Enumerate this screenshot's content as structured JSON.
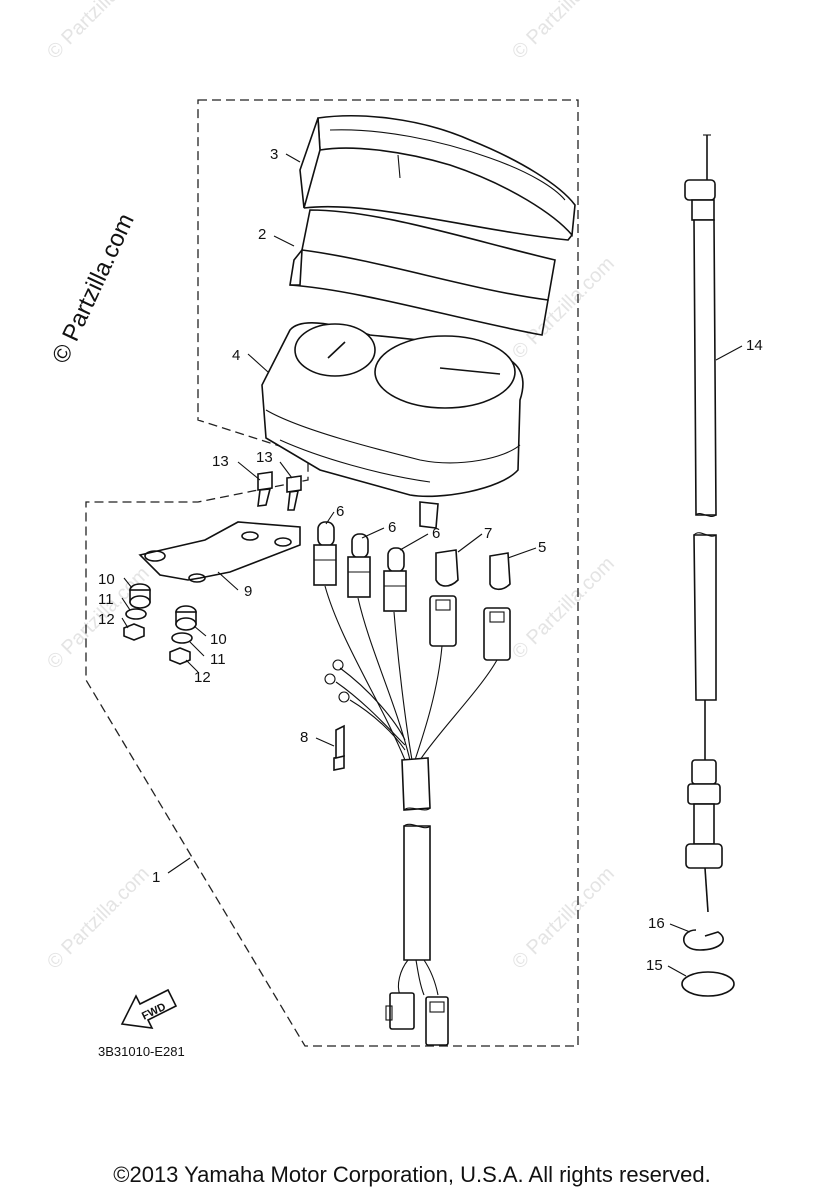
{
  "diagram": {
    "part_labels": {
      "p1": "1",
      "p2": "2",
      "p3": "3",
      "p4": "4",
      "p5": "5",
      "p6a": "6",
      "p6b": "6",
      "p6c": "6",
      "p7": "7",
      "p8": "8",
      "p9": "9",
      "p10a": "10",
      "p10b": "10",
      "p11a": "11",
      "p11b": "11",
      "p12a": "12",
      "p12b": "12",
      "p13a": "13",
      "p13b": "13",
      "p14": "14",
      "p15": "15",
      "p16": "16"
    },
    "fwd_label": "FWD",
    "diagram_code": "3B31010-E281"
  },
  "watermark": {
    "main": "© Partzilla.com",
    "tile": "© Partzilla.com"
  },
  "footer": {
    "copyright": "©2013 Yamaha Motor Corporation, U.S.A. All rights reserved."
  }
}
